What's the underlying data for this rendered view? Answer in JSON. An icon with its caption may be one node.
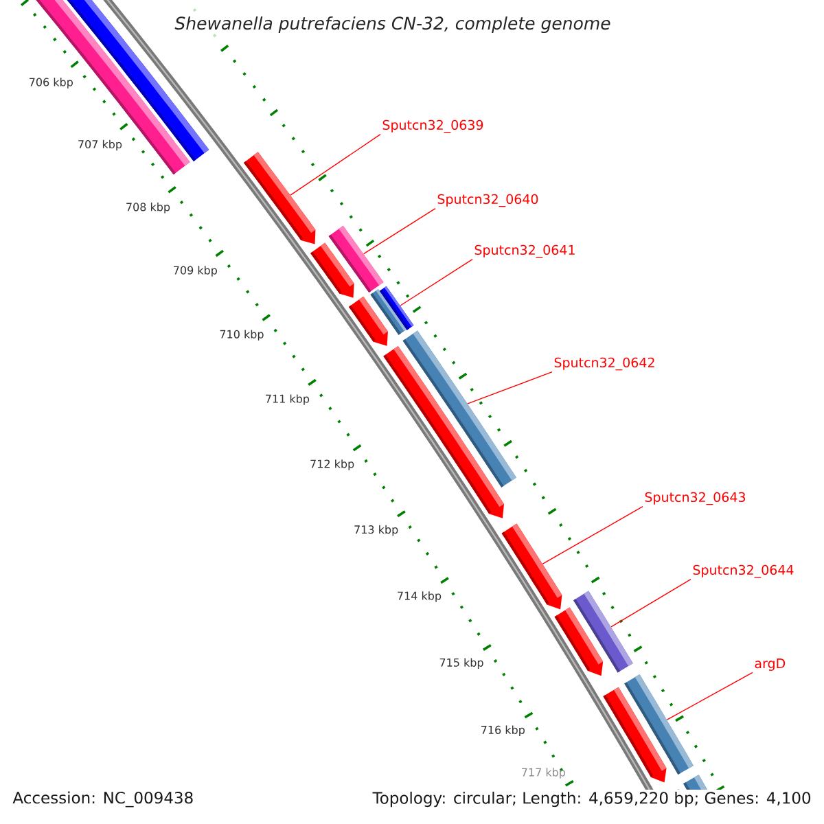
{
  "diagram": {
    "title": "Shewanella putrefaciens CN-32, complete genome",
    "nodes": [
      {
        "text": [
          "Sputcn32_0639"
        ]
      },
      {
        "text": [
          "Sputcn32_0640"
        ]
      },
      {
        "text": [
          "Sputcn32_0641"
        ]
      },
      {
        "text": [
          "Sputcn32_0642"
        ]
      },
      {
        "text": [
          "Sputcn32_0643"
        ]
      },
      {
        "text": [
          "Sputcn32_0644"
        ]
      },
      {
        "text": [
          "argD"
        ]
      },
      {
        "text": [],
        "shape": "bar"
      },
      {
        "text": [],
        "shape": "bar"
      },
      {
        "text": [],
        "shape": "pentagon"
      },
      {
        "text": [],
        "shape": "bar"
      },
      {
        "text": [],
        "shape": "pentagon"
      },
      {
        "text": [],
        "shape": "pentagon"
      },
      {
        "text": [],
        "shape": "bar"
      },
      {
        "text": [],
        "shape": "bar"
      },
      {
        "text": [],
        "shape": "bar"
      },
      {
        "text": [],
        "shape": "pentagon"
      },
      {
        "text": [],
        "shape": "pentagon"
      },
      {
        "text": [],
        "shape": "bar"
      },
      {
        "text": [],
        "shape": "pentagon"
      },
      {
        "text": [],
        "shape": "pentagon"
      },
      {
        "text": [],
        "shape": "bar"
      },
      {
        "text": [],
        "shape": "pentagon"
      },
      {
        "text": [],
        "shape": "bar"
      }
    ],
    "edges": [
      {
        "from": 0,
        "to": 9,
        "arrow": "none"
      },
      {
        "from": 1,
        "to": 10,
        "arrow": "none"
      },
      {
        "from": 2,
        "to": 14,
        "arrow": "none"
      },
      {
        "from": 3,
        "to": 15,
        "arrow": "none"
      },
      {
        "from": 4,
        "to": 17,
        "arrow": "none"
      },
      {
        "from": 5,
        "to": 18,
        "arrow": "none"
      },
      {
        "from": 6,
        "to": 21,
        "arrow": "none"
      }
    ],
    "labels": [
      "706 kbp",
      "707 kbp",
      "708 kbp",
      "709 kbp",
      "710 kbp",
      "711 kbp",
      "712 kbp",
      "713 kbp",
      "714 kbp",
      "715 kbp",
      "716 kbp",
      "717 kbp",
      "Accession: NC_009438",
      "Topology: circular; Length: 4,659,220 bp; Genes: 4,100"
    ]
  }
}
